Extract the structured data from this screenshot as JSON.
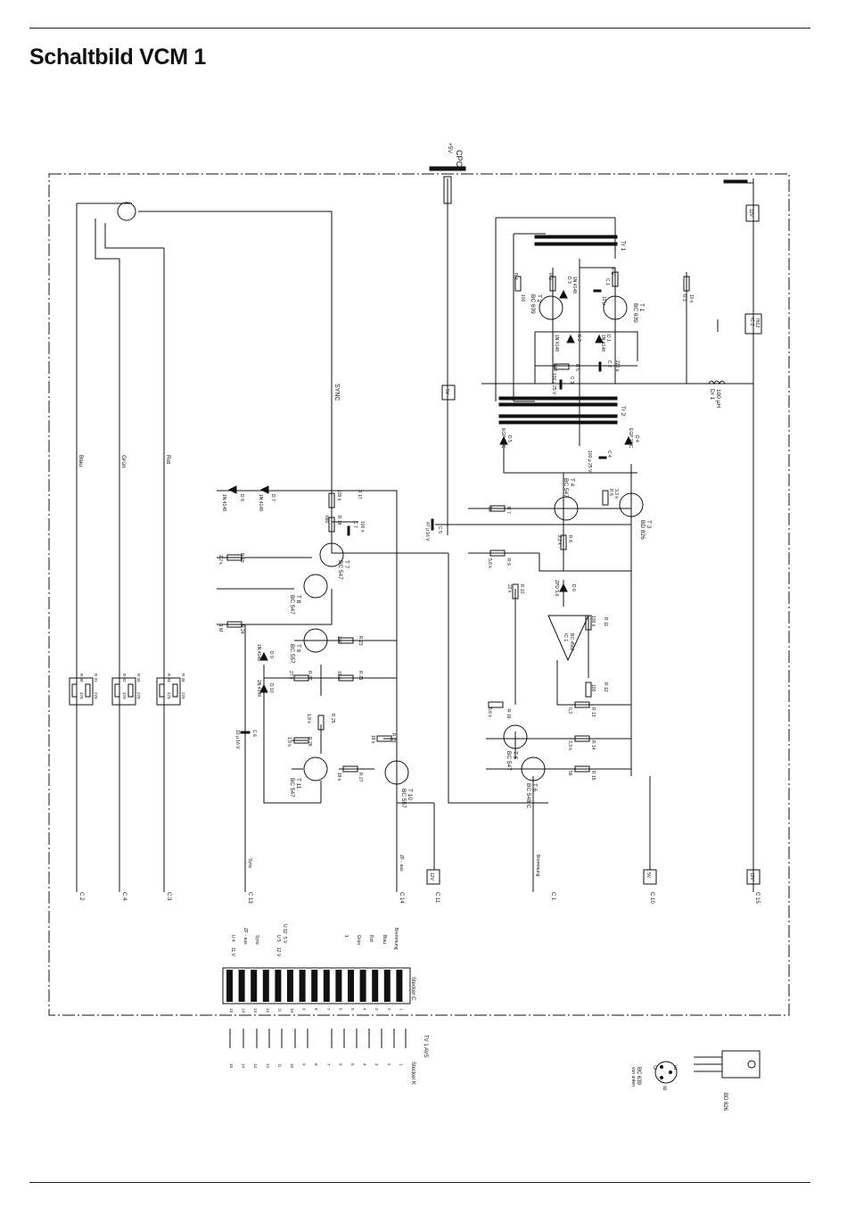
{
  "page": {
    "title": "Schaltbild VCM 1"
  },
  "schematic": {
    "power": {
      "cpc": "CPC",
      "plus5v": "+5V",
      "v12": "12V",
      "v5": "5V"
    },
    "signals": {
      "blau": "Blau",
      "gruen": "Grün",
      "rot": "Rot",
      "sync": "SYNC",
      "sync_out": "Sync",
      "zf": "ZF - aus",
      "bremmung": "Bremmung"
    },
    "connectors": {
      "c2": "C 2",
      "c4": "C 4",
      "c3": "C 3",
      "c13": "C 13",
      "c14": "C 14",
      "c11": "C 11",
      "c1": "C 1",
      "c10": "C 10",
      "c15": "C 15"
    },
    "transistors": {
      "t1": "T 1",
      "t1_type": "BC 639",
      "t2": "T 2",
      "t2_type": "BC 639",
      "t3": "T 3",
      "t3_type": "BD 826",
      "t4": "T 4",
      "t4_type": "BC 547",
      "t5": "T 5",
      "t5_type": "BC 547",
      "t6": "T 6",
      "t6_type": "BC 548 C",
      "t7": "T 7",
      "t7_type": "BC 547",
      "t8": "T 8",
      "t8_type": "BC 547",
      "t9": "T 9",
      "t9_type": "BC 557",
      "t10": "T 10",
      "t10_type": "BC 557",
      "t11": "T 11",
      "t11_type": "BC 547"
    },
    "ics": {
      "ic1": "IC 1",
      "ic1_type": "BC 4562",
      "ic2": "IC 2",
      "ic2_type": "7812"
    },
    "inductor": {
      "name": "Dr 1",
      "value": "100 µH"
    },
    "transformer": {
      "tr1": "Tr 1",
      "tr2": "Tr 2"
    },
    "diodes": {
      "d1": "D 1",
      "d2": "D 2",
      "d3": "D 3",
      "d4": "D 4",
      "d5": "D 5",
      "d6": "D 6",
      "d7": "D 7",
      "d8": "D 8",
      "d9": "D 9",
      "d10": "D 10",
      "type_1n4148": "1N 4148",
      "egp": "EGP 20 C",
      "zpd": "ZPD 5,6"
    },
    "resistors": {
      "r1": "R 1",
      "r1v": "10 k",
      "r2": "R 2",
      "r3": "R 3",
      "r4": "R 4",
      "r4v": "100",
      "r5": "R 5",
      "r5v": "100",
      "r6": "R 6",
      "r6v": "3,3 k",
      "r7": "R 7",
      "r7v": "56",
      "r8": "R 8",
      "r8v": "2,2 k",
      "r9": "R 9",
      "r9v": "5,6 k",
      "r10": "R 10",
      "r10v": "22 k",
      "r11": "R 11",
      "r11v": "100 k",
      "r12": "R 12",
      "r12v": "100",
      "r13": "R 13",
      "r13v": "0,3",
      "r14": "R 14",
      "r14v": "3,3 k",
      "r15": "R 15",
      "r15v": "56",
      "r16": "R 16",
      "r16v": "5,6 k",
      "r17": "R 17",
      "r17v": "100 k",
      "r18": "R 18",
      "r18v": "680",
      "r19": "R 19",
      "r19v": "2,2 k",
      "r21": "R 21",
      "r21v": "18 k",
      "r22": "R 22",
      "r22v": "27 k",
      "r23": "R 23",
      "r23v": "270",
      "r24": "R 24",
      "r24v": "1 M",
      "r25": "R 25",
      "r25v": "1,8 k",
      "r26": "R 26",
      "r26v": "1,8 k",
      "r27": "R 27",
      "r27v": "18 k",
      "r28": "R 28",
      "r28v": "18 k",
      "r30": "R 30",
      "r31": "R 31",
      "r32": "R 32",
      "r33": "R 33",
      "r34": "R 34",
      "r35": "R 35",
      "v270": "270",
      "v470": "470"
    },
    "capacitors": {
      "c1": "C 1",
      "c1v": "10 µ",
      "c2": "C 2",
      "c2v": "220 p",
      "c3": "C 3",
      "c3v": "100 µ 25 V",
      "c4": "C 4",
      "c4v": "100 µ 25 V",
      "c5": "C 5",
      "c5v": "47 µ 16 V",
      "c6": "C 6",
      "c6v": "10 µ 16 V",
      "c7": "C 7",
      "c7v": "100 n"
    },
    "pin_legend": {
      "row1": [
        "U 4",
        "11 V"
      ],
      "row2": [
        "U 5",
        "12 V"
      ],
      "row3": [
        "U 12",
        "5 V"
      ],
      "sync": "Sync",
      "zf": "ZF - aus",
      "blau": "Blau",
      "rot": "Rot",
      "gruen": "Grün",
      "one": "1",
      "bremmung": "Bremmung",
      "stecker_c": "Stecker  C",
      "stecker_k": "Stecker  K",
      "tv1": "TV 1   AVS",
      "pin_numbers": [
        "15",
        "14",
        "13",
        "12",
        "11",
        "10",
        "9",
        "8",
        "7",
        "6",
        "5",
        "4",
        "3",
        "2",
        "1"
      ]
    },
    "pinouts": {
      "bc639": "BC 639",
      "bc639_note": "von unten",
      "bd826": "BD 826",
      "pin_e": "E",
      "pin_c": "C",
      "pin_b": "B"
    }
  }
}
